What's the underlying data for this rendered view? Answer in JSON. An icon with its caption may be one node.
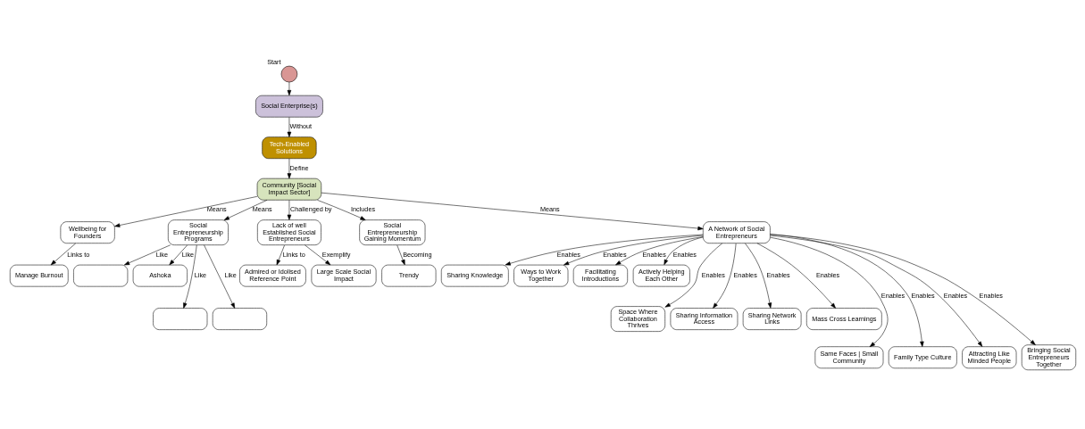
{
  "diagram": {
    "nodes": [
      {
        "text": [],
        "shape": "circle",
        "beside": [
          "Start"
        ]
      },
      {
        "text": [
          "Social Enterprise(s)"
        ]
      },
      {
        "text": [
          "Tech-Enabled Solutions"
        ]
      },
      {
        "text": [
          "Community [Social Impact Sector]"
        ]
      },
      {
        "text": [
          "Manage Burnout"
        ]
      },
      {
        "text": [
          "Wellbeing for Founders"
        ]
      },
      {
        "text": [
          "Social Entrepreneurship Programs"
        ]
      },
      {
        "text": [],
        "shape": "box"
      },
      {
        "text": [
          "Ashoka"
        ]
      },
      {
        "text": [],
        "shape": "box"
      },
      {
        "text": [],
        "shape": "box"
      },
      {
        "text": [
          "Lack of well Established Social Entrepreneurs"
        ]
      },
      {
        "text": [
          "Admired or Idolised Reference Point"
        ]
      },
      {
        "text": [
          "Large Scale Social Impact"
        ]
      },
      {
        "text": [
          "Social Entrepreneurship Gaining Momentum"
        ]
      },
      {
        "text": [
          "Trendy"
        ]
      },
      {
        "text": [
          "A Network of Social Entrepreneurs"
        ]
      },
      {
        "text": [
          "Sharing Knowledge"
        ]
      },
      {
        "text": [
          "Ways to Work Together"
        ]
      },
      {
        "text": [
          "Facilitating Introductions"
        ]
      },
      {
        "text": [
          "Actively Helping Each Other"
        ]
      },
      {
        "text": [
          "Space Where Collaboration Thrives"
        ]
      },
      {
        "text": [
          "Sharing Information Access"
        ]
      },
      {
        "text": [
          "Sharing Network Links"
        ]
      },
      {
        "text": [
          "Mass Cross Learnings"
        ]
      },
      {
        "text": [
          "Same Faces | Small Community"
        ]
      },
      {
        "text": [
          "Family Type Culture"
        ]
      },
      {
        "text": [
          "Attracting Like Minded People"
        ]
      },
      {
        "text": [
          "Bringing Social Entrepreneurs Together"
        ]
      }
    ],
    "edges": [
      {
        "from": 0,
        "to": 1,
        "arrow": "to"
      },
      {
        "from": 1,
        "to": 2,
        "arrow": "to",
        "label": "Without"
      },
      {
        "from": 2,
        "to": 3,
        "arrow": "to",
        "label": "Define"
      },
      {
        "from": 3,
        "to": 6,
        "arrow": "to",
        "label": "Means"
      },
      {
        "from": 3,
        "to": 5,
        "arrow": "to",
        "label": "Means"
      },
      {
        "from": 5,
        "to": 4,
        "arrow": "to",
        "label": "Links to"
      },
      {
        "from": 6,
        "to": 7,
        "arrow": "to",
        "label": "Like"
      },
      {
        "from": 6,
        "to": 8,
        "arrow": "to",
        "label": "Like"
      },
      {
        "from": 6,
        "to": 9,
        "arrow": "to",
        "label": "Like"
      },
      {
        "from": 6,
        "to": 10,
        "arrow": "to",
        "label": "Like"
      },
      {
        "from": 3,
        "to": 11,
        "arrow": "to",
        "label": "Challenged by"
      },
      {
        "from": 11,
        "to": 12,
        "arrow": "to",
        "label": "Links to"
      },
      {
        "from": 11,
        "to": 13,
        "arrow": "to",
        "label": "Exemplify"
      },
      {
        "from": 3,
        "to": 14,
        "arrow": "to",
        "label": "Includes"
      },
      {
        "from": 14,
        "to": 15,
        "arrow": "to",
        "label": "Becoming"
      },
      {
        "from": 3,
        "to": 16,
        "arrow": "to",
        "label": "Means"
      },
      {
        "from": 16,
        "to": 17,
        "arrow": "to",
        "label": "Enables"
      },
      {
        "from": 16,
        "to": 18,
        "arrow": "to",
        "label": "Enables"
      },
      {
        "from": 16,
        "to": 19,
        "arrow": "to",
        "label": "Enables"
      },
      {
        "from": 16,
        "to": 20,
        "arrow": "to",
        "label": "Enables"
      },
      {
        "from": 16,
        "to": 21,
        "arrow": "to",
        "label": "Enables"
      },
      {
        "from": 16,
        "to": 22,
        "arrow": "to",
        "label": "Enables"
      },
      {
        "from": 16,
        "to": 23,
        "arrow": "to",
        "label": "Enables"
      },
      {
        "from": 16,
        "to": 24,
        "arrow": "to",
        "label": "Enables"
      },
      {
        "from": 16,
        "to": 25,
        "arrow": "to",
        "label": "Enables"
      },
      {
        "from": 16,
        "to": 26,
        "arrow": "to",
        "label": "Enables"
      },
      {
        "from": 16,
        "to": 27,
        "arrow": "to",
        "label": "Enables"
      },
      {
        "from": 16,
        "to": 28,
        "arrow": "to",
        "label": "Enables"
      }
    ]
  }
}
